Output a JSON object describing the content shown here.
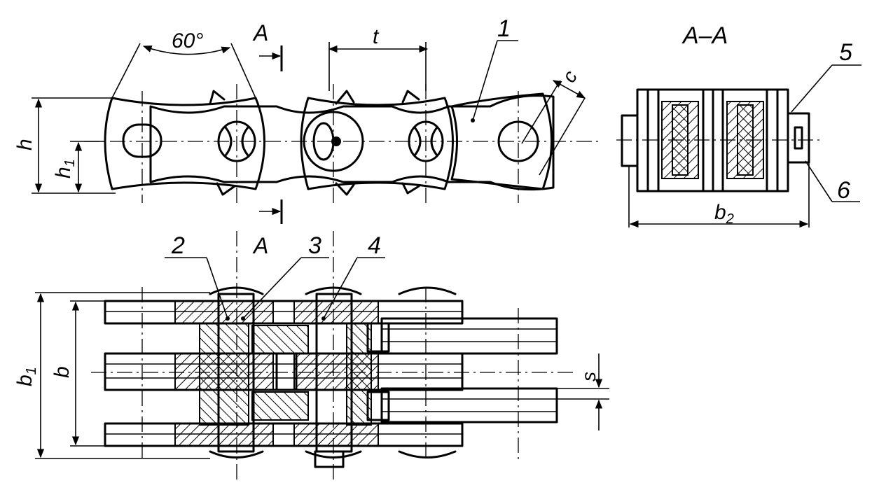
{
  "labels": {
    "angle": "60°",
    "section_top": "A",
    "section_bottom": "A",
    "pitch": "t",
    "part1": "1",
    "clearance": "c",
    "height": "h",
    "height1": "h",
    "height1_sub": "1",
    "section_title": "A–A",
    "part5": "5",
    "part6": "6",
    "width2": "b",
    "width2_sub": "2",
    "part2": "2",
    "part3": "3",
    "part4": "4",
    "width1": "b",
    "width1_sub": "1",
    "width": "b",
    "thickness": "s"
  }
}
